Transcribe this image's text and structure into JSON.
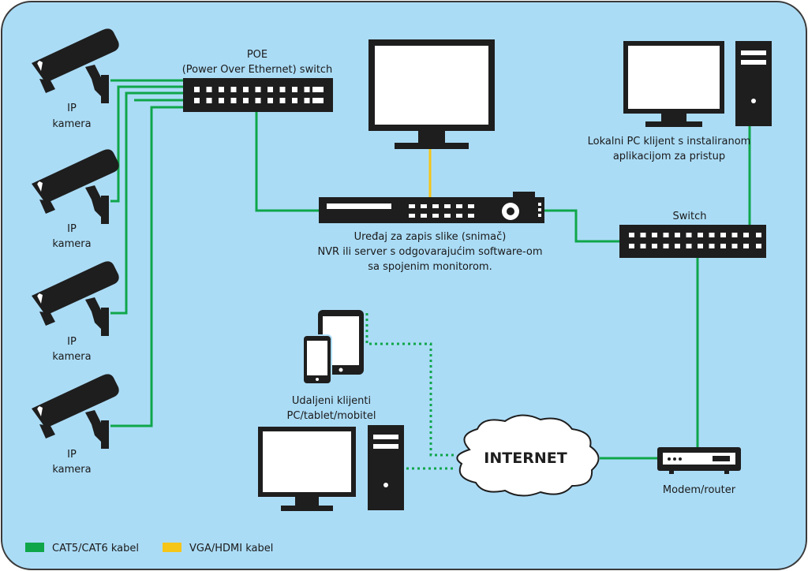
{
  "camera_label_line1": "IP",
  "camera_label_line2": "kamera",
  "poe_switch": {
    "line1": "POE",
    "line2": "(Power Over Ethernet)  switch"
  },
  "nvr": {
    "line1": "Uređaj za zapis slike (snimač)",
    "line2": "NVR ili server s odgovarajućim software-om",
    "line3": "sa spojenim monitorom."
  },
  "local_pc": {
    "line1": "Lokalni PC klijent s instaliranom",
    "line2": "aplikacijom za pristup"
  },
  "lan_switch": {
    "label": "Switch"
  },
  "remote_clients": {
    "line1": "Udaljeni klijenti",
    "line2": "PC/tablet/mobitel"
  },
  "internet": {
    "label": "INTERNET"
  },
  "router": {
    "label": "Modem/router"
  },
  "legend": [
    {
      "label": "CAT5/CAT6 kabel",
      "color": "#0fa64a"
    },
    {
      "label": "VGA/HDMI kabel",
      "color": "#f5c518"
    }
  ],
  "colors": {
    "background": "#abdcf6",
    "device": "#1e1e1e",
    "cat_cable": "#0fa64a",
    "vga_cable": "#f5c518"
  }
}
